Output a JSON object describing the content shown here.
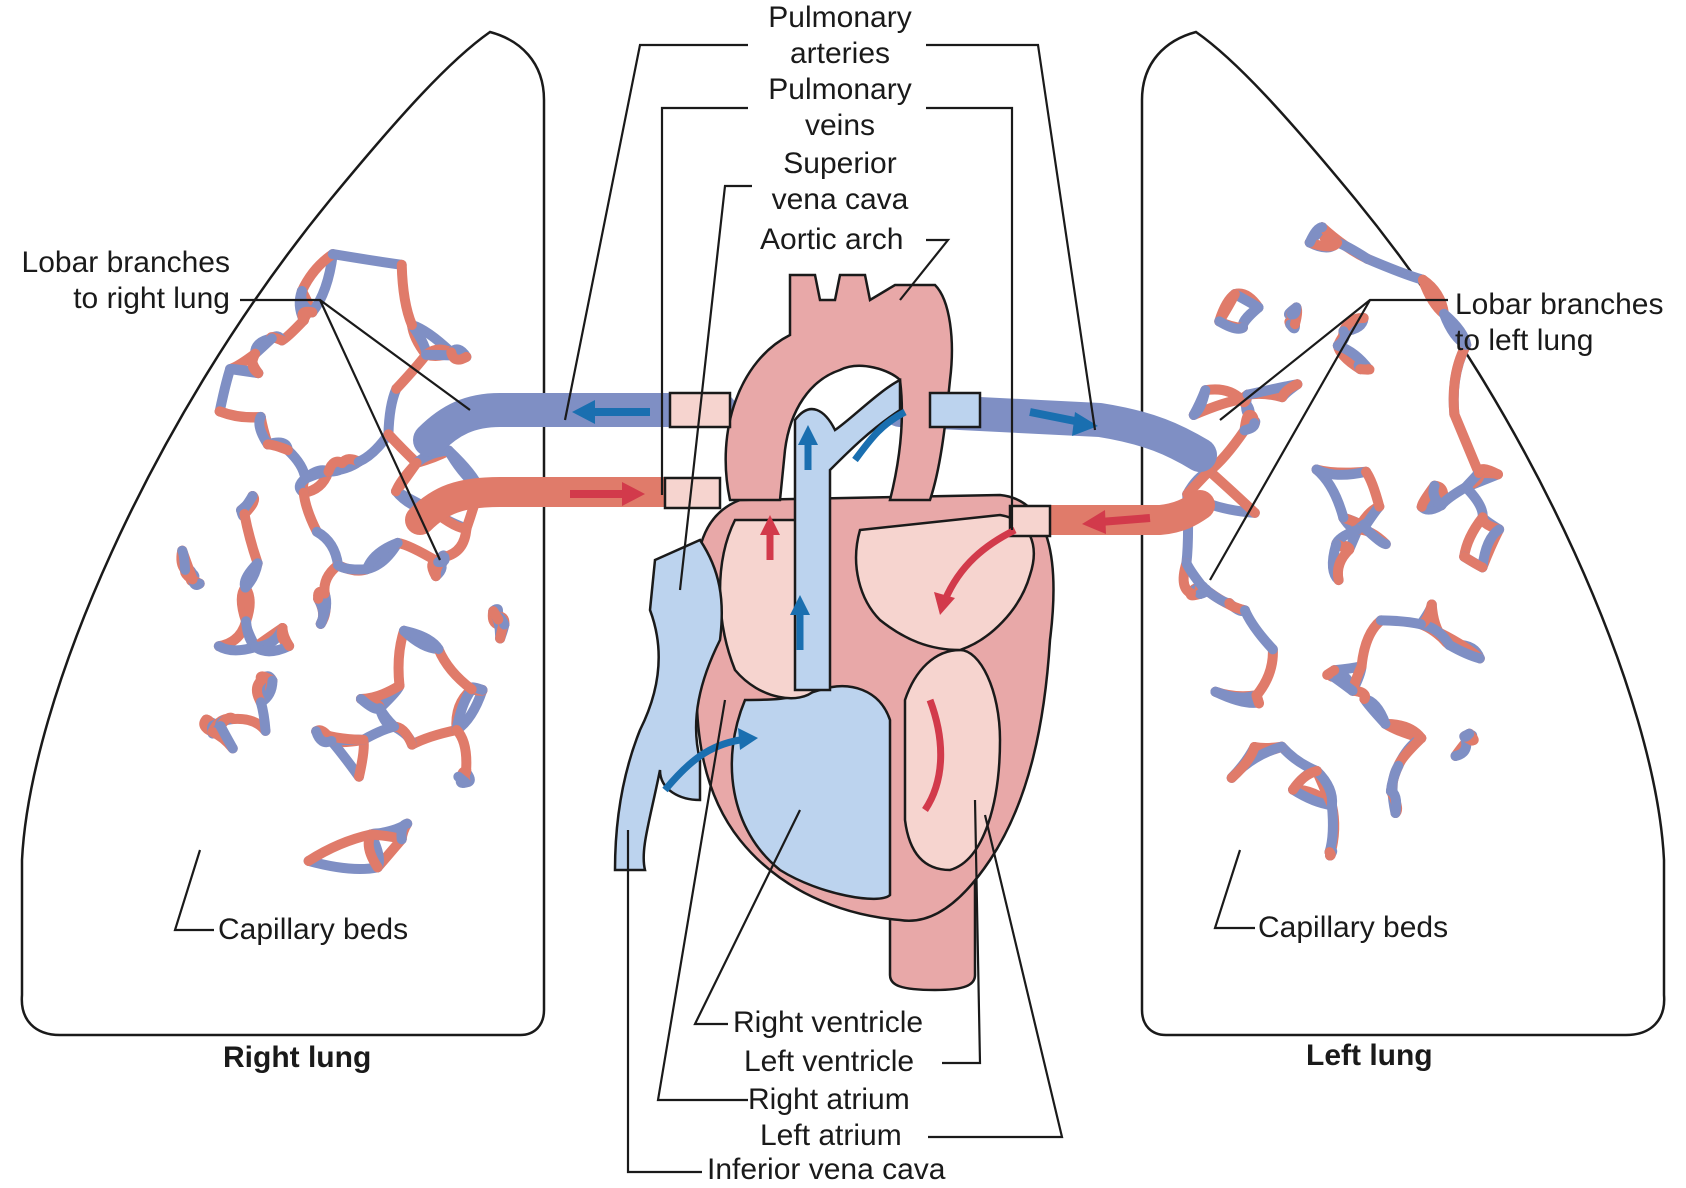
{
  "diagram": {
    "labels": {
      "pulmonary_arteries": "Pulmonary\narteries",
      "pulmonary_veins": "Pulmonary\nveins",
      "superior_vena_cava": "Superior\nvena cava",
      "aortic_arch": "Aortic arch",
      "lobar_right": "Lobar branches\nto right lung",
      "lobar_left": "Lobar branches\nto left lung",
      "capillary_right": "Capillary beds",
      "capillary_left": "Capillary beds",
      "right_lung": "Right lung",
      "left_lung": "Left lung",
      "right_ventricle": "Right ventricle",
      "left_ventricle": "Left ventricle",
      "right_atrium": "Right atrium",
      "left_atrium": "Left atrium",
      "inferior_vena_cava": "Inferior vena cava"
    },
    "colors": {
      "oxygenated": "#e07b6a",
      "deoxygenated": "#7f8fc4",
      "deoxy_light": "#bcd3ee",
      "oxy_light": "#f6d4cf",
      "heart_wall": "#e8a8a8",
      "arrow_blue": "#1a6fb0",
      "arrow_red": "#d23a4b"
    }
  }
}
